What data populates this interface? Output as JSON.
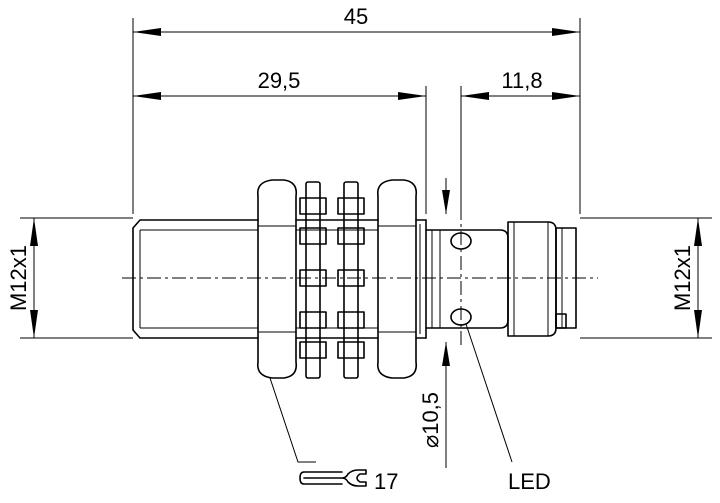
{
  "dimensions": {
    "overall_length": "45",
    "thread_section_length": "29,5",
    "connector_length": "11,8",
    "thread_left": "M12x1",
    "thread_right": "M12x1",
    "led_window_diameter": "⌀10,5"
  },
  "callouts": {
    "wrench_size": "17",
    "wrench_icon": "open-end-wrench-icon",
    "led": "LED"
  }
}
